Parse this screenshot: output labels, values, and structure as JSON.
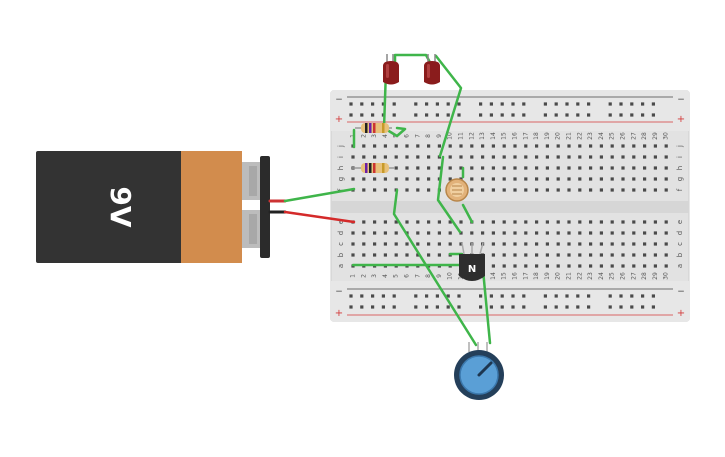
{
  "battery": {
    "label": "9V",
    "body_color": "#333333",
    "cap_color": "#d28c4d"
  },
  "breadboard": {
    "columns": [
      "1",
      "2",
      "3",
      "4",
      "5",
      "6",
      "7",
      "8",
      "9",
      "10",
      "11",
      "12",
      "13",
      "14",
      "15",
      "16",
      "17",
      "18",
      "19",
      "20",
      "21",
      "22",
      "23",
      "24",
      "25",
      "26",
      "27",
      "28",
      "29",
      "30"
    ],
    "rows_top": [
      "j",
      "i",
      "h",
      "g",
      "f"
    ],
    "rows_bottom": [
      "e",
      "d",
      "c",
      "b",
      "a"
    ],
    "rail_minus": "−",
    "rail_plus": "+"
  },
  "transistor": {
    "label": "N"
  },
  "colors": {
    "wire_green": "#3fb54a",
    "wire_red": "#d42a2a",
    "led_red": "#8a1c1c",
    "rail_red": "#d33b3b",
    "pot_blue": "#5a9fd6"
  }
}
